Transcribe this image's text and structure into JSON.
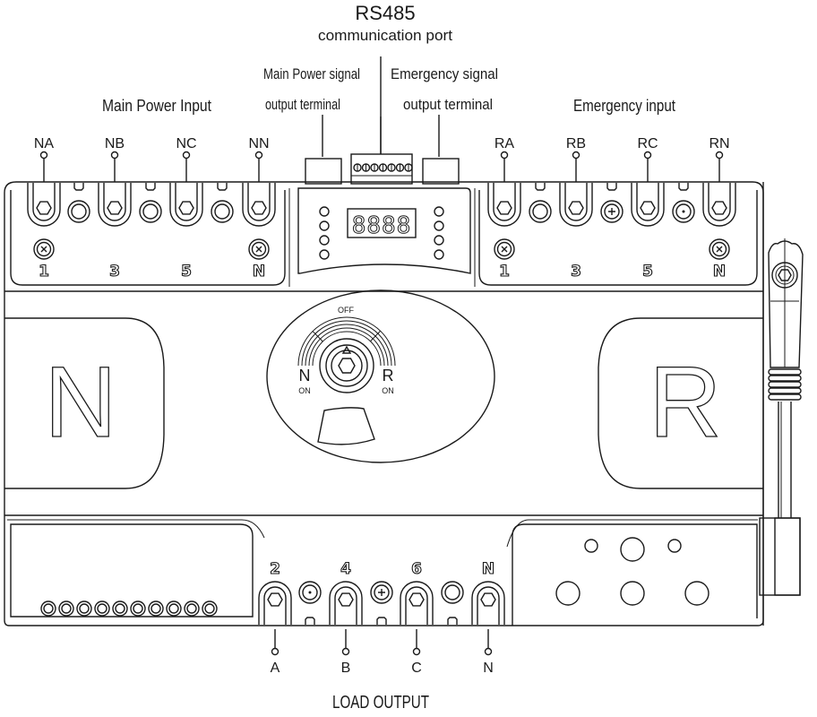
{
  "title": {
    "rs485": "RS485",
    "rs485_sub": "communication port"
  },
  "labels": {
    "main_power_input": "Main Power Input",
    "main_signal_1": "Main Power signal",
    "main_signal_2": "output terminal",
    "emergency_signal_1": "Emergency signal",
    "emergency_signal_2": "output terminal",
    "emergency_input": "Emergency input",
    "load_output": "LOAD OUTPUT"
  },
  "main_terminals": [
    {
      "name": "NA",
      "num": "1"
    },
    {
      "name": "NB",
      "num": "3"
    },
    {
      "name": "NC",
      "num": "5"
    },
    {
      "name": "NN",
      "num": "N"
    }
  ],
  "emergency_terminals": [
    {
      "name": "RA",
      "num": "1"
    },
    {
      "name": "RB",
      "num": "3"
    },
    {
      "name": "RC",
      "num": "5"
    },
    {
      "name": "RN",
      "num": "N"
    }
  ],
  "load_terminals": [
    {
      "name": "A",
      "num": "2"
    },
    {
      "name": "B",
      "num": "4"
    },
    {
      "name": "C",
      "num": "6"
    },
    {
      "name": "N",
      "num": "N"
    }
  ],
  "display": {
    "digits": "8888"
  },
  "switch": {
    "off_label": "OFF",
    "left_letter": "N",
    "left_state": "ON",
    "right_letter": "R",
    "right_state": "ON"
  },
  "panels": {
    "left_letter": "N",
    "right_letter": "R"
  }
}
